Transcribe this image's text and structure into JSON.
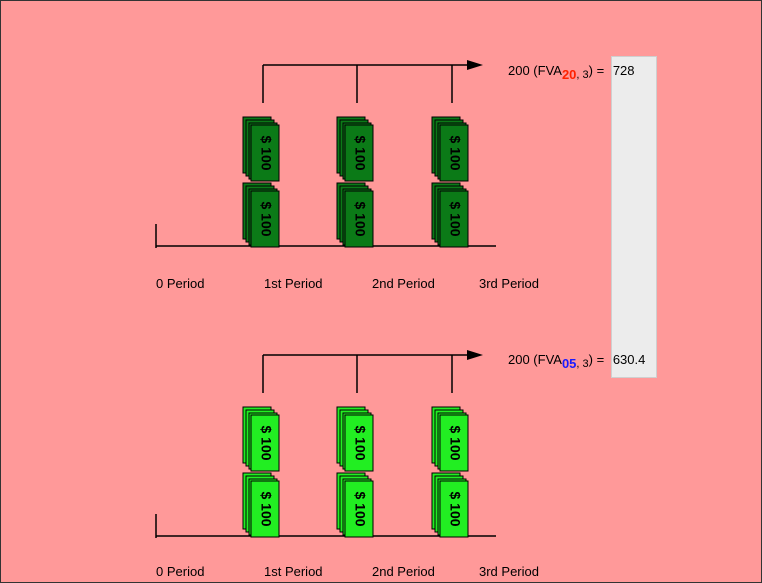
{
  "colors": {
    "background": "#ff9999",
    "panel": "#ececec",
    "bill_dark": "#0b7a17",
    "bill_light": "#22ee22",
    "rate_red": "#ff2200",
    "rate_blue": "#1a1aff"
  },
  "icons": [
    "hundred-dollar-bill-stack-icon",
    "arrow-icon"
  ],
  "bill_text": "$ 100",
  "top_diagram": {
    "formula": {
      "prefix": "200 (FVA",
      "rate": "20",
      "n": ", 3",
      "suffix": ") =",
      "result": "728"
    },
    "periods": [
      "0 Period",
      "1st Period",
      "2nd Period",
      "3rd Period"
    ]
  },
  "bottom_diagram": {
    "formula": {
      "prefix": "200 (FVA",
      "rate": "05",
      "n": ", 3",
      "suffix": ") =",
      "result": "630.4"
    },
    "periods": [
      "0 Period",
      "1st Period",
      "2nd Period",
      "3rd Period"
    ]
  }
}
